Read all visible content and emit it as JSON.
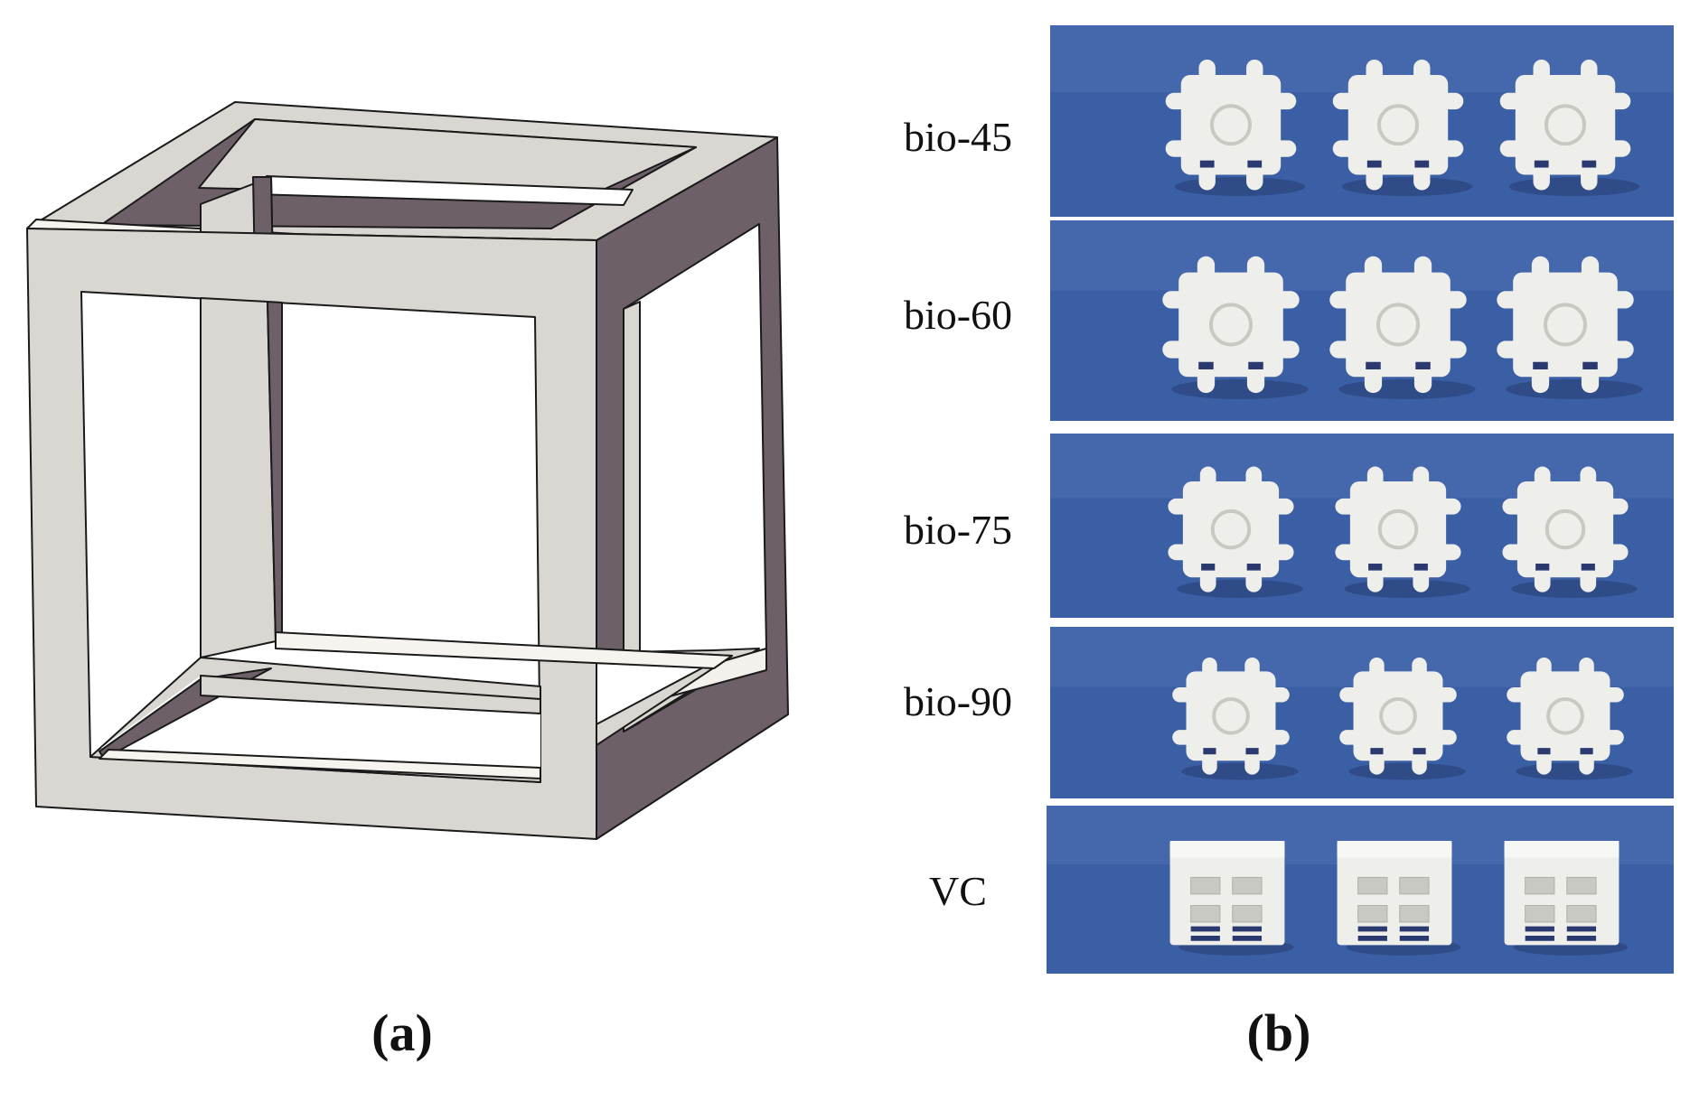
{
  "panels": {
    "a": {
      "label": "(a)"
    },
    "b": {
      "label": "(b)"
    }
  },
  "rows": [
    {
      "label": "bio-45"
    },
    {
      "label": "bio-60"
    },
    {
      "label": "bio-75"
    },
    {
      "label": "bio-90"
    },
    {
      "label": "VC"
    }
  ],
  "colors": {
    "cube_face": "#dad7d2",
    "cube_top_edge": "#f7f4ef",
    "cube_shadow": "#6d6069",
    "photo_bg": "#3b5fa5",
    "photo_bg_light": "#4f72b6",
    "sample": "#eeeeea",
    "sample_shade": "#c9c9c4",
    "outline": "#1a1a1a"
  },
  "samples_per_row": 3
}
